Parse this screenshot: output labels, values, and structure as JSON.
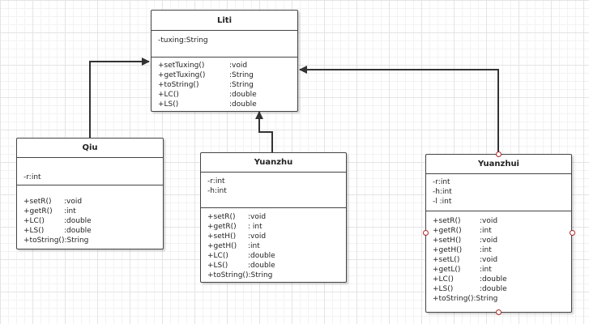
{
  "classes": {
    "liti": {
      "name": "Liti",
      "attributes": [
        {
          "name": "-tuxing:String"
        }
      ],
      "methods": [
        {
          "name": "+setTuxing()",
          "type": ":void"
        },
        {
          "name": "+getTuxing()",
          "type": ":String"
        },
        {
          "name": "+toString()",
          "type": ":String"
        },
        {
          "name": "+LC()",
          "type": ":double"
        },
        {
          "name": "+LS()",
          "type": ":double"
        }
      ]
    },
    "qiu": {
      "name": "Qiu",
      "attributes": [
        {
          "name": "-r:int"
        }
      ],
      "methods": [
        {
          "name": "+setR()",
          "type": ":void"
        },
        {
          "name": "+getR()",
          "type": ":int"
        },
        {
          "name": "+LC()",
          "type": ":double"
        },
        {
          "name": "+LS()",
          "type": ":double"
        },
        {
          "name": "+toString()",
          "type": ":String"
        }
      ]
    },
    "yuanzhu": {
      "name": "Yuanzhu",
      "attributes": [
        {
          "name": "-r:int"
        },
        {
          "name": "-h:int"
        }
      ],
      "methods": [
        {
          "name": "+setR()",
          "type": ":void"
        },
        {
          "name": "+getR()",
          "type": ": int"
        },
        {
          "name": "+setH()",
          "type": ":void"
        },
        {
          "name": "+getH()",
          "type": ":int"
        },
        {
          "name": "+LC()",
          "type": ":double"
        },
        {
          "name": "+LS()",
          "type": ":double"
        },
        {
          "name": "+toString()",
          "type": ":String"
        }
      ]
    },
    "yuanzhui": {
      "name": "Yuanzhui",
      "attributes": [
        {
          "name": "-r:int"
        },
        {
          "name": "-h:int"
        },
        {
          "name": "-l :int"
        }
      ],
      "methods": [
        {
          "name": "+setR()",
          "type": ":void"
        },
        {
          "name": "+getR()",
          "type": ":int"
        },
        {
          "name": "+setH()",
          "type": ":void"
        },
        {
          "name": "+getH()",
          "type": ":int"
        },
        {
          "name": "+setL()",
          "type": ":void"
        },
        {
          "name": "+getL()",
          "type": ":int"
        },
        {
          "name": "+LC()",
          "type": ":double"
        },
        {
          "name": "+LS()",
          "type": ":double"
        },
        {
          "name": "+toString()",
          "type": ":String"
        }
      ]
    }
  },
  "colors": {
    "border": "#444444",
    "handle": "#b0262a",
    "grid": "#e4e4e4"
  }
}
